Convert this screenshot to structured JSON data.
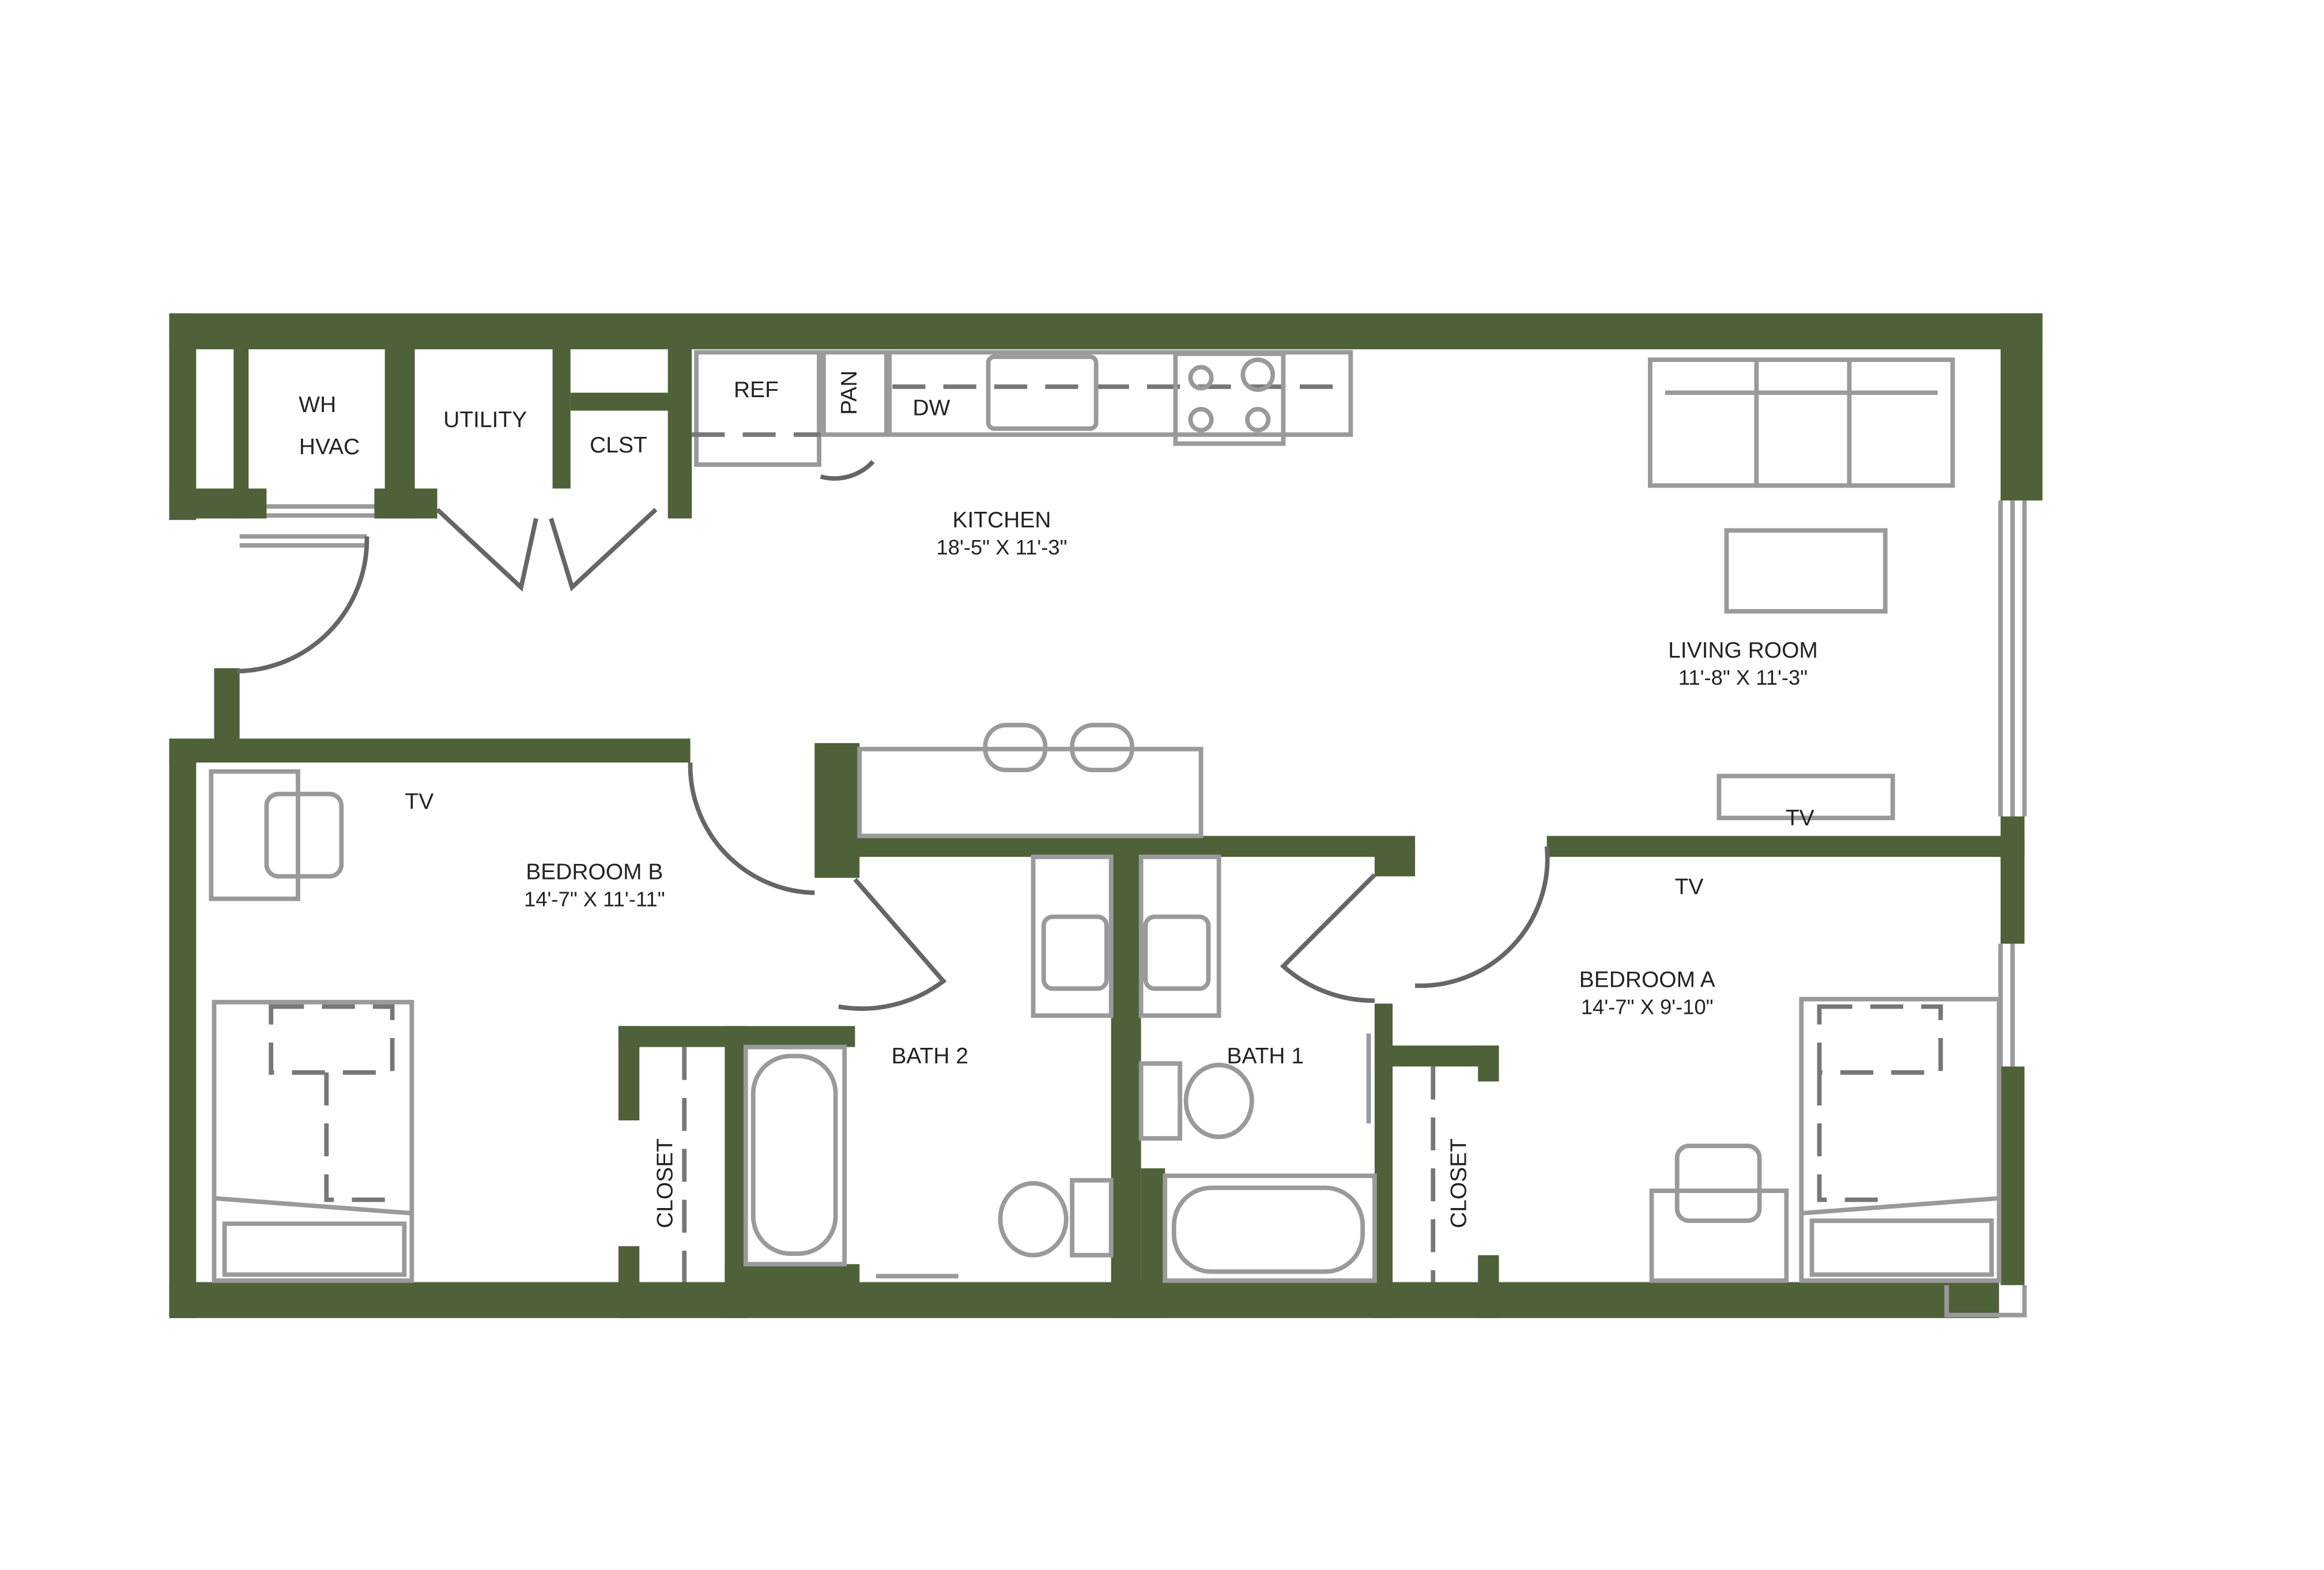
{
  "colors": {
    "wall": "#4e6139",
    "fixture": "#9a9a9a",
    "text": "#222222",
    "background": "#ffffff"
  },
  "rooms": {
    "kitchen": {
      "name": "KITCHEN",
      "dims": "18'-5\" X 11'-3\""
    },
    "living_room": {
      "name": "LIVING ROOM",
      "dims": "11'-8\" X 11'-3\""
    },
    "bedroom_b": {
      "name": "BEDROOM B",
      "dims": "14'-7\" X 11'-11\""
    },
    "bedroom_a": {
      "name": "BEDROOM A",
      "dims": "14'-7\" X 9'-10\""
    },
    "bath_2": {
      "name": "BATH 2"
    },
    "bath_1": {
      "name": "BATH 1"
    }
  },
  "labels": {
    "wh": "WH",
    "hvac": "HVAC",
    "utility": "UTILITY",
    "clst": "CLST",
    "ref": "REF",
    "pan": "PAN",
    "dw": "DW",
    "tv": "TV",
    "closet": "CLOSET"
  },
  "icons": [
    "door-swing-icon",
    "sofa-icon",
    "bed-icon",
    "chair-icon",
    "bathtub-icon",
    "toilet-icon",
    "sink-icon",
    "stove-icon",
    "bar-stool-icon"
  ]
}
